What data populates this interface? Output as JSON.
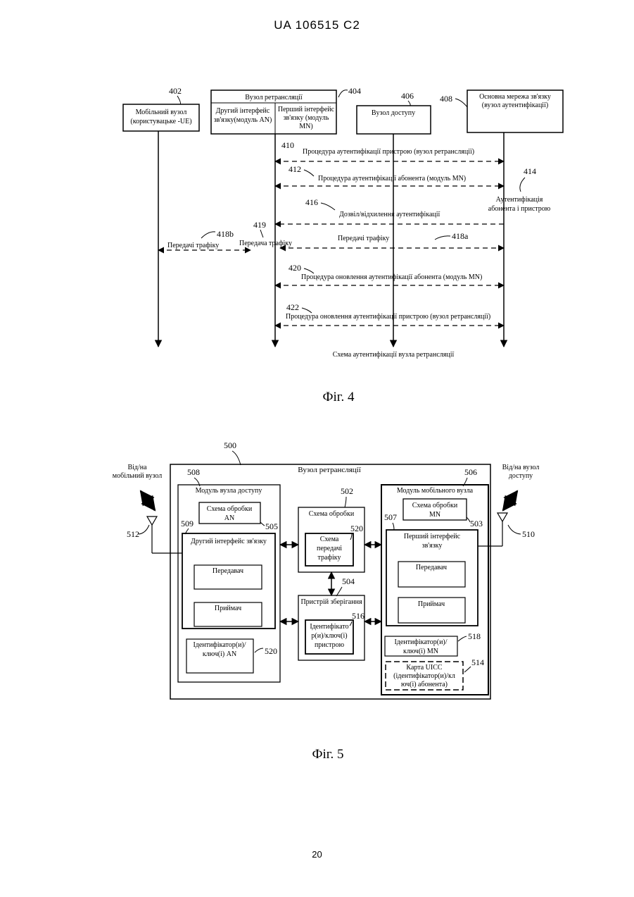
{
  "header": "UA   106515   C2",
  "page_number": "20",
  "fig4": {
    "caption": "Фіг. 4",
    "bottom_caption": "Схема аутентифікації вузла ретрансляції",
    "nodes": {
      "mobile": {
        "ref": "402",
        "line1": "Мобільний вузол",
        "line2": "(користувацьке -UE)"
      },
      "relay": {
        "ref": "404",
        "title": "Вузол ретрансляції",
        "an_line1": "Другий інтерфейс",
        "an_line2": "зв'язку(модуль AN)",
        "mn_line1": "Перший інтерфейс",
        "mn_line2": "зв'язку (модуль",
        "mn_line3": "MN)"
      },
      "access": {
        "ref": "406",
        "line1": "Вузол доступу"
      },
      "core": {
        "ref": "408",
        "line1": "Основна мережа зв'язку",
        "line2": "(вузол аутентифікації)"
      }
    },
    "messages": {
      "m410": {
        "ref": "410",
        "text": "Процедура аутентифікації пристрою (вузол ретрансляції)"
      },
      "m412": {
        "ref": "412",
        "text": "Процедура аутентифікації абонента (модуль MN)"
      },
      "m414": {
        "ref": "414",
        "line1": "Аутентифікація",
        "line2": "абонента і пристрою"
      },
      "m416": {
        "ref": "416",
        "text": "Дозвіл/відхилення аутентифікації"
      },
      "m418a": {
        "ref": "418a",
        "text": "Передачі трафіку"
      },
      "m418b": {
        "ref": "418b",
        "text": "Передачі трафіку"
      },
      "m419": {
        "ref": "419",
        "text": "Передача трафіку"
      },
      "m420": {
        "ref": "420",
        "text": "Процедура оновлення аутентифікації абонента (модуль MN)"
      },
      "m422": {
        "ref": "422",
        "text": "Процедура оновлення аутентифікації пристрою (вузол ретрансляції)"
      }
    }
  },
  "fig5": {
    "caption": "Фіг. 5",
    "relay_ref": "500",
    "relay_title": "Вузол ретрансляції",
    "left_label": {
      "line1": "Від/на",
      "line2": "мобільний вузол"
    },
    "right_label": {
      "line1": "Від/на вузол",
      "line2": "доступу"
    },
    "antenna_left_ref": "512",
    "antenna_right_ref": "510",
    "access_module": {
      "ref": "508",
      "title": "Модуль вузла доступу",
      "processing": {
        "ref": "505",
        "line1": "Схема обробки",
        "line2": "AN"
      },
      "interface": {
        "ref": "509",
        "title": "Другий інтерфейс зв'язку",
        "tx": "Передавач",
        "rx": "Приймач"
      },
      "ids": {
        "ref": "520",
        "line1": "Ідентифікатор(и)/",
        "line2": "ключ(і) AN"
      }
    },
    "processing": {
      "ref": "502",
      "title": "Схема обробки",
      "traffic": {
        "ref": "520",
        "line1": "Схема",
        "line2": "передачі",
        "line3": "трафіку"
      }
    },
    "storage": {
      "ref": "504",
      "title": "Пристрій зберігання",
      "ids": {
        "ref": "516",
        "line1": "Ідентифікато",
        "line2": "р(и)/ключ(і)",
        "line3": "пристрою"
      }
    },
    "mobile_module": {
      "ref": "506",
      "title": "Модуль мобільного вузла",
      "processing": {
        "ref": "503",
        "line1": "Схема обробки",
        "line2": "MN"
      },
      "interface": {
        "ref": "507",
        "line1": "Перший інтерфейс",
        "line2": "зв'язку",
        "tx": "Передавач",
        "rx": "Приймач"
      },
      "ids": {
        "ref": "518",
        "line1": "Ідентифікатор(и)/",
        "line2": "ключ(і) MN"
      },
      "uicc": {
        "ref": "514",
        "line1": "Карта UICC",
        "line2": "(ідентифікатор(и)/кл",
        "line3": "юч(і) абонента)"
      }
    }
  }
}
